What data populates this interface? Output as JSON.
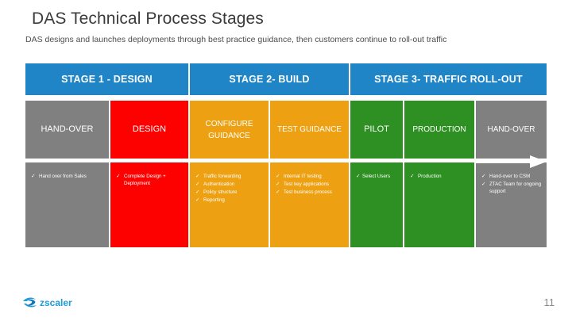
{
  "slide": {
    "title": "DAS Technical Process Stages",
    "subtitle": "DAS designs and launches deployments through best practice guidance, then customers continue to roll-out traffic",
    "page_number": "11",
    "logo_text": "zscaler"
  },
  "colors": {
    "header_blue": "#1f85c6",
    "gray": "#808080",
    "red": "#fd0000",
    "orange": "#eda011",
    "green": "#2e9022",
    "text_white": "#ffffff",
    "page_number_gray": "#8a8a8a"
  },
  "stages": [
    {
      "label": "STAGE 1 - DESIGN"
    },
    {
      "label": "STAGE 2- BUILD"
    },
    {
      "label": "STAGE 3- TRAFFIC ROLL-OUT"
    }
  ],
  "columns": [
    {
      "key": "handover_1",
      "label": "HAND-OVER",
      "color": "gray",
      "bullets": [
        "Hand over from Sales"
      ]
    },
    {
      "key": "design",
      "label": "DESIGN",
      "color": "red",
      "bullets": [
        "Complete Design + Deployment"
      ]
    },
    {
      "key": "configure_guidance",
      "label": "CONFIGURE GUIDANCE",
      "color": "orange",
      "bullets": [
        "Traffic forwarding",
        "Authentication",
        "Policy structure",
        "Reporting"
      ]
    },
    {
      "key": "test_guidance",
      "label": "TEST GUIDANCE",
      "color": "orange",
      "bullets": [
        "Internal IT testing",
        "Test key applications",
        "Test business process"
      ]
    },
    {
      "key": "pilot",
      "label": "PILOT",
      "color": "green",
      "bullets": [
        "Select Users"
      ]
    },
    {
      "key": "production",
      "label": "PRODUCTION",
      "color": "green",
      "bullets": [
        "Production"
      ]
    },
    {
      "key": "handover_2",
      "label": "HAND-OVER",
      "color": "gray",
      "bullets": [
        "Hand-over to CSM",
        "ZTAC Team for ongoing support"
      ]
    }
  ],
  "bullet_marker": "✓"
}
